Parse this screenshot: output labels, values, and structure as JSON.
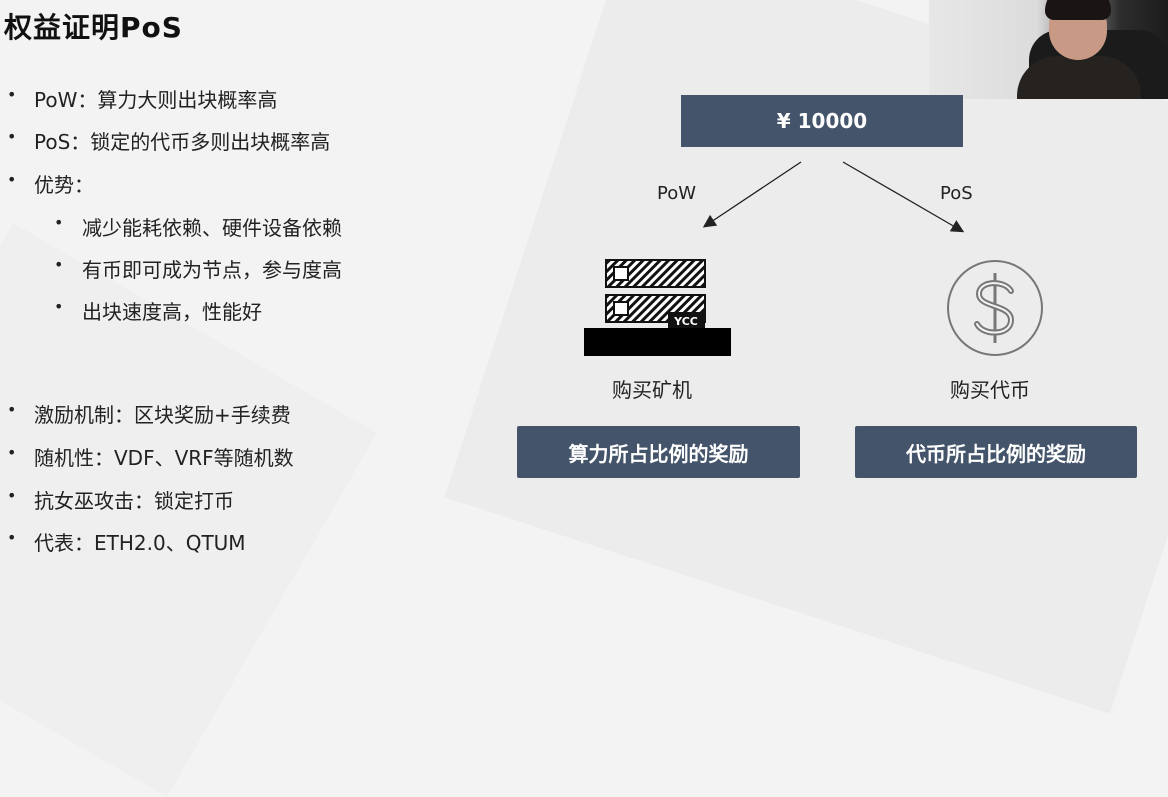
{
  "slide": {
    "title": "权益证明PoS",
    "bullets": [
      "PoW：算力大则出块概率高",
      "PoS：锁定的代币多则出块概率高",
      "优势："
    ],
    "sub_bullets": [
      "减少能耗依赖、硬件设备依赖",
      "有币即可成为节点，参与度高",
      "出块速度高，性能好"
    ],
    "bullets2": [
      "激励机制：区块奖励+手续费",
      "随机性：VDF、VRF等随机数",
      "抗女巫攻击：锁定打币",
      "代表：ETH2.0、QTUM"
    ]
  },
  "diagram": {
    "price": "¥ 10000",
    "left_branch": "PoW",
    "right_branch": "PoS",
    "server_tag": "YCC",
    "left_caption": "购买矿机",
    "right_caption": "购买代币",
    "left_reward": "算力所占比例的奖励",
    "right_reward": "代币所占比例的奖励"
  },
  "colors": {
    "box": "#44546a",
    "text": "#222222",
    "background": "#f3f3f3"
  }
}
